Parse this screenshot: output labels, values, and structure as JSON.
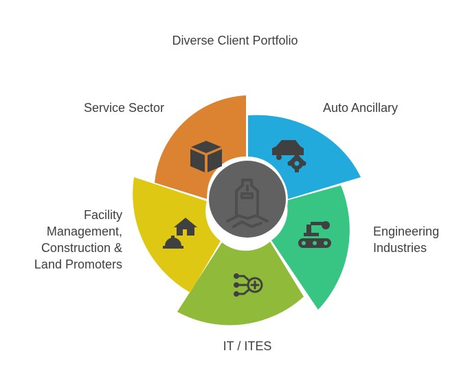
{
  "title": "Diverse Client Portfolio",
  "colors": {
    "service": "#dc8332",
    "auto": "#22aadc",
    "engineering": "#38c483",
    "it": "#8fba3a",
    "facility": "#dfc813",
    "center": "#616161",
    "text": "#3f3f3f"
  },
  "segments": {
    "service": {
      "label": "Service Sector",
      "icon": "box-icon"
    },
    "auto": {
      "label": "Auto Ancillary",
      "icon": "car-gear-icon"
    },
    "engineering": {
      "label_lines": [
        "Engineering",
        "Industries"
      ],
      "icon": "robot-arm-conveyor-icon"
    },
    "it": {
      "label": "IT / ITES",
      "icon": "circuit-chip-icon"
    },
    "facility": {
      "label_lines": [
        "Facility",
        "Management,",
        "Construction &",
        "Land Promoters"
      ],
      "icon": "house-hardhat-icon"
    }
  },
  "center": {
    "icon": "building-handshake-icon"
  }
}
